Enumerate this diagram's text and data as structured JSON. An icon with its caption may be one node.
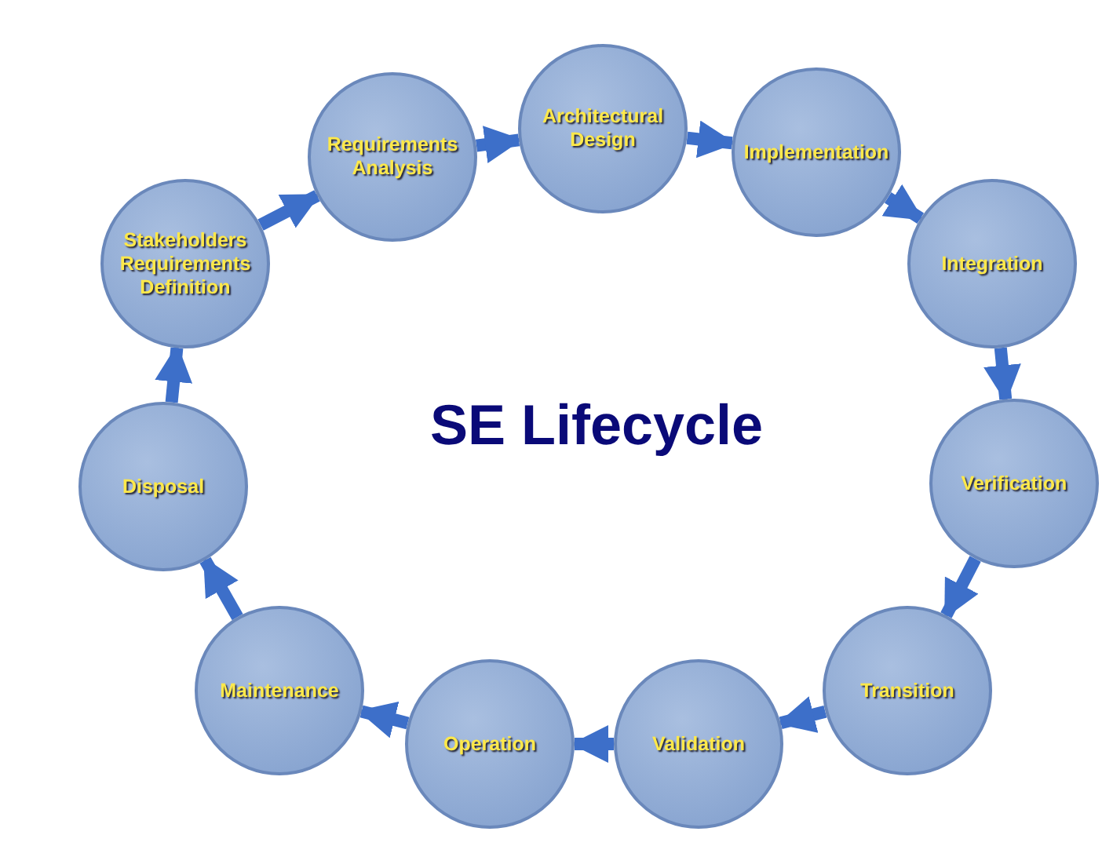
{
  "diagram": {
    "title": "SE Lifecycle",
    "nodes": [
      {
        "text": [
          "Stakeholders Requirements Definition"
        ]
      },
      {
        "text": [
          "Requirements Analysis"
        ]
      },
      {
        "text": [
          "Architectural Design"
        ]
      },
      {
        "text": [
          "Implementation"
        ]
      },
      {
        "text": [
          "Integration"
        ]
      },
      {
        "text": [
          "Verification"
        ]
      },
      {
        "text": [
          "Transition"
        ]
      },
      {
        "text": [
          "Validation"
        ]
      },
      {
        "text": [
          "Operation"
        ]
      },
      {
        "text": [
          "Maintenance"
        ]
      },
      {
        "text": [
          "Disposal"
        ]
      }
    ],
    "edges": [
      {
        "from": 0,
        "to": 1,
        "arrow": "to"
      },
      {
        "from": 1,
        "to": 2,
        "arrow": "to"
      },
      {
        "from": 2,
        "to": 3,
        "arrow": "to"
      },
      {
        "from": 3,
        "to": 4,
        "arrow": "to"
      },
      {
        "from": 4,
        "to": 5,
        "arrow": "to"
      },
      {
        "from": 5,
        "to": 6,
        "arrow": "to"
      },
      {
        "from": 6,
        "to": 7,
        "arrow": "to"
      },
      {
        "from": 7,
        "to": 8,
        "arrow": "to"
      },
      {
        "from": 8,
        "to": 9,
        "arrow": "to"
      },
      {
        "from": 9,
        "to": 10,
        "arrow": "to"
      },
      {
        "from": 10,
        "to": 0,
        "arrow": "to"
      }
    ]
  }
}
